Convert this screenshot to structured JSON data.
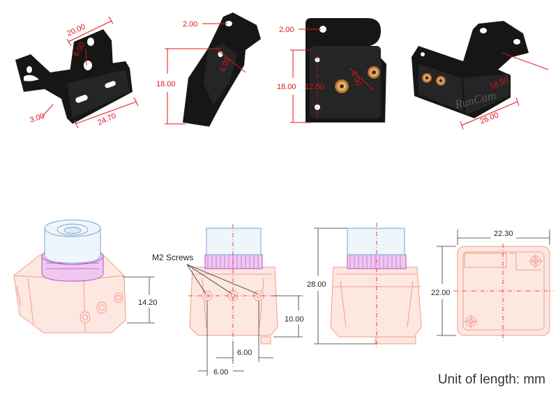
{
  "dimensions": {
    "bracket_iso": {
      "width": "20.00",
      "slot": "6.00",
      "left": "3.00",
      "depth": "24.70"
    },
    "bracket_side": {
      "top": "2.00",
      "slot": "6.00",
      "height": "18.00"
    },
    "bracket_front": {
      "top": "2.00",
      "height": "18.00",
      "holes": "12.00",
      "pitch": "6.00"
    },
    "bracket_rear": {
      "depth": "26.00",
      "width": "18.50"
    },
    "camera_iso": {
      "height": "14.20"
    },
    "camera_front": {
      "screws_label": "M2 Screws",
      "height": "10.00",
      "inner": "6.00",
      "outer": "6.00"
    },
    "camera_side": {
      "height": "28.00"
    },
    "camera_top": {
      "width": "22.30",
      "height": "22.00"
    }
  },
  "branding": {
    "logo_text": "RunCam"
  },
  "footer": {
    "unit": "Unit of length: mm"
  },
  "colors": {
    "dimension": "#e0141b",
    "bracket": "#161616",
    "outline": "#f29b86",
    "lens": "#7aa6cf",
    "ring": "#b44fbf",
    "brass": "#d98b3a"
  }
}
